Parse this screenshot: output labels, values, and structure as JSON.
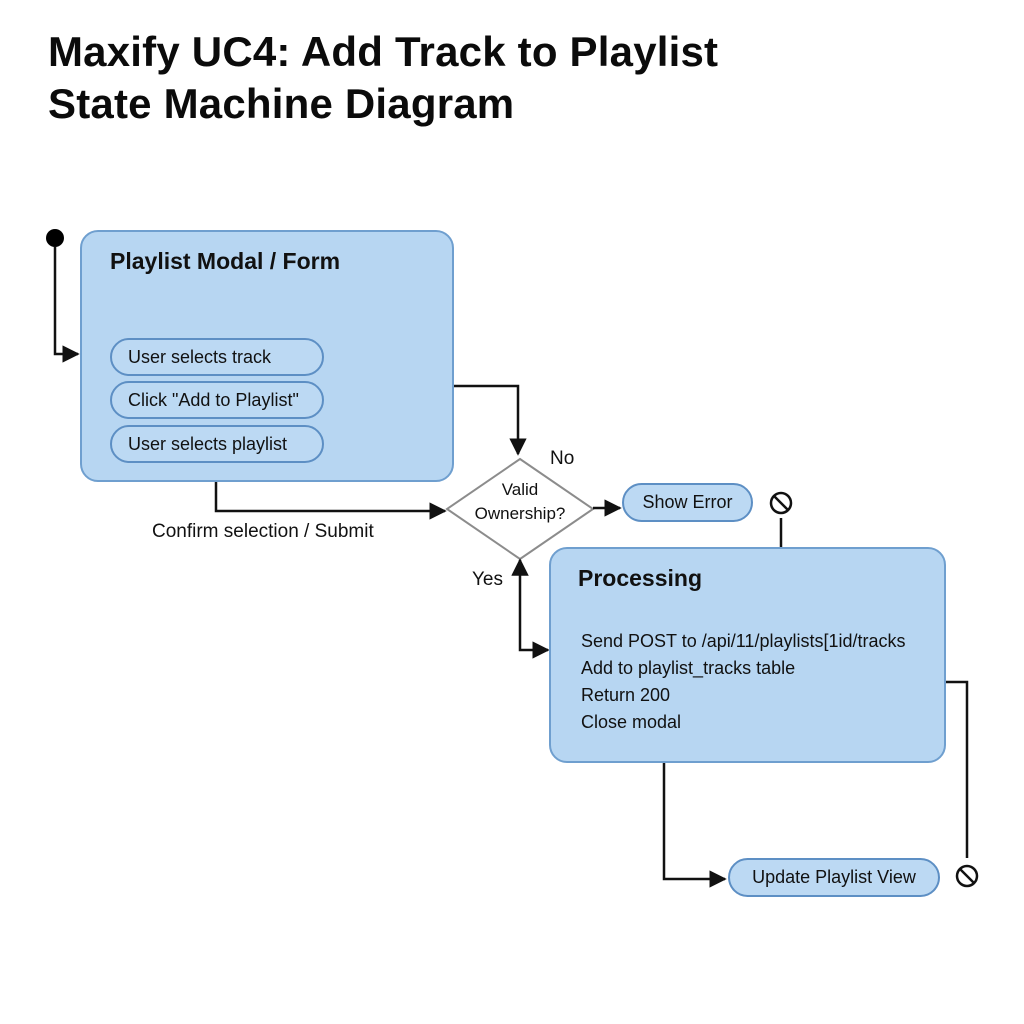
{
  "title": {
    "line1": "Maxify UC4: Add Track to Playlist",
    "line2": "State Machine Diagram"
  },
  "playlist_state": {
    "title": "Playlist Modal / Form",
    "steps": [
      "User selects track",
      "Click \"Add to Playlist\"",
      "User selects playlist"
    ]
  },
  "transitions": {
    "submit": "Confirm selection / Submit",
    "no": "No",
    "yes": "Yes"
  },
  "decision": {
    "line1": "Valid",
    "line2": "Ownership?"
  },
  "error_state": {
    "label": "Show Error"
  },
  "processing_state": {
    "title": "Processing",
    "actions": [
      "Send POST to /api/11/playlists[1id/tracks",
      "Add to playlist_tracks table",
      "Return 200",
      "Close modal"
    ]
  },
  "update_state": {
    "label": "Update Playlist View"
  },
  "icons": {
    "initial": "initial-state-dot",
    "final": "termination-icon",
    "arrow": "arrowhead"
  },
  "colors": {
    "state_fill": "#b7d6f2",
    "state_border": "#6f9fcf",
    "line": "#111111"
  }
}
